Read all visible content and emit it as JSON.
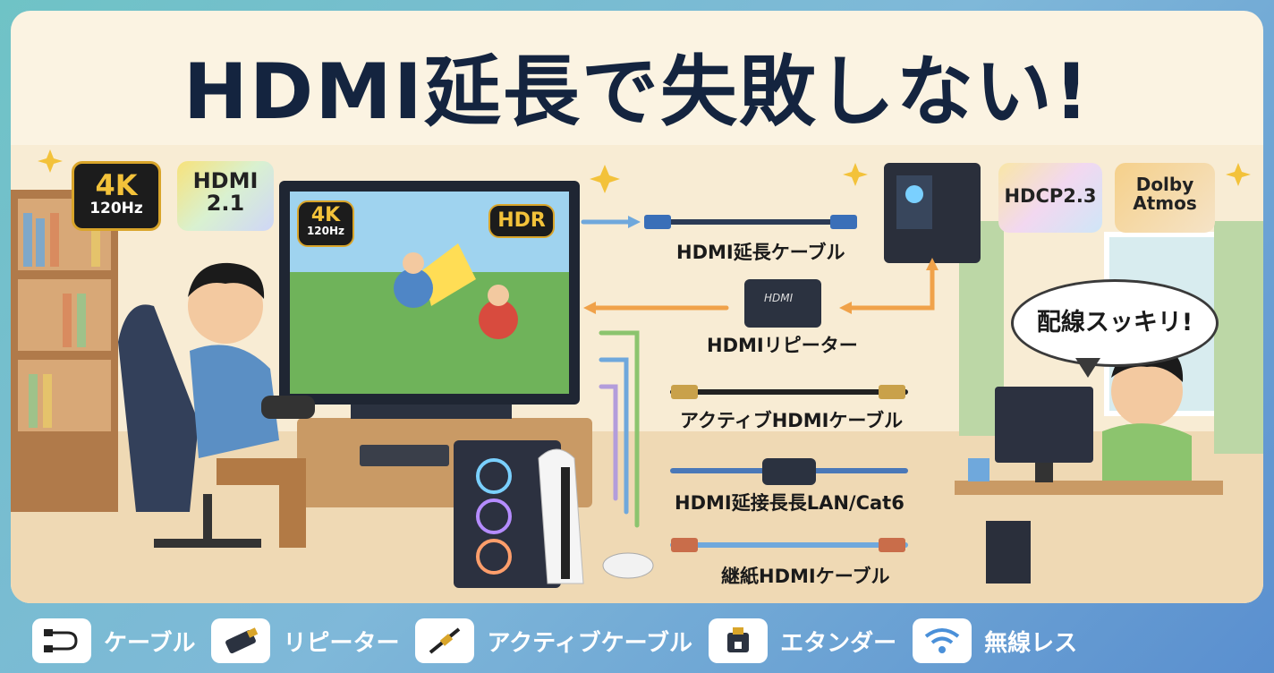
{
  "title": "HDMI延長で失敗しない!",
  "badges": {
    "fourk_big": "4K",
    "fourk_small": "120Hz",
    "hdmi_line1": "HDMI",
    "hdmi_line2": "2.1",
    "hdcp": "HDCP2.3",
    "dolby_line1": "Dolby",
    "dolby_line2": "Atmos"
  },
  "tv_screen": {
    "fourk_big": "4K",
    "fourk_small": "120Hz",
    "hdr": "HDR"
  },
  "repeater_device_text": "HDMI",
  "diagram_labels": [
    "HDMI延長ケーブル",
    "HDMIリピーター",
    "アクティブHDMIケーブル",
    "HDMI延接長長LAN/Cat6",
    "継紙HDMIケーブル"
  ],
  "speech_bubble": "配線スッキリ!",
  "bottom_items": [
    {
      "label": "ケーブル",
      "icon": "cable-icon"
    },
    {
      "label": "リピーター",
      "icon": "repeater-icon"
    },
    {
      "label": "アクティブケーブル",
      "icon": "active-cable-icon"
    },
    {
      "label": "エタンダー",
      "icon": "extender-icon"
    },
    {
      "label": "無線レス",
      "icon": "wifi-icon"
    }
  ],
  "colors": {
    "title": "#14243f",
    "arrow_orange": "#f0a24a",
    "arrow_blue": "#6fa8dc",
    "arrow_green": "#8cc46e",
    "arrow_purple": "#b39ddb",
    "bottom_band": "#5a8fcf"
  }
}
